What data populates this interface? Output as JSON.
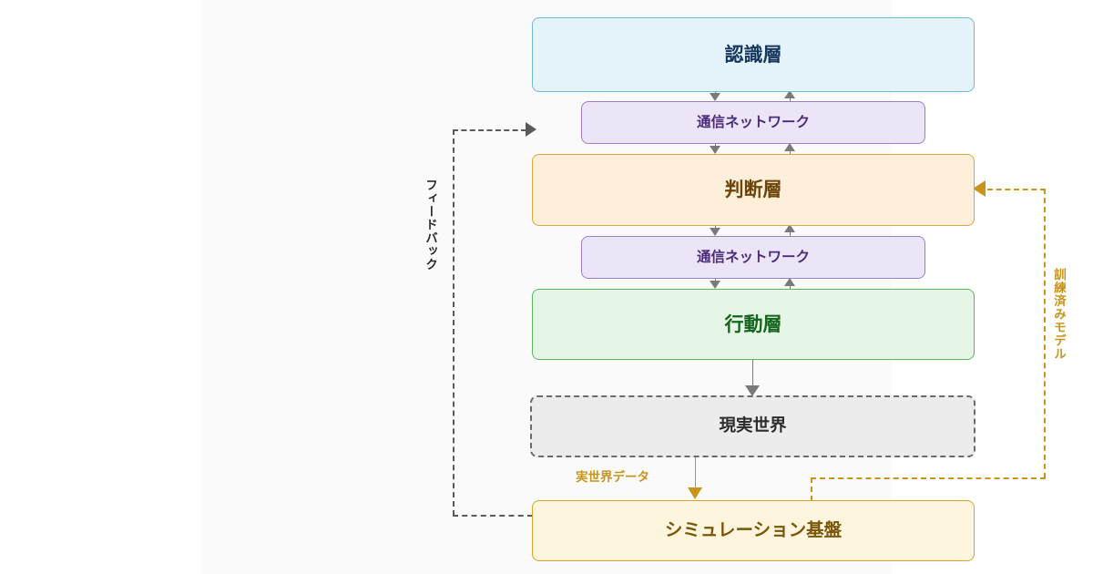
{
  "diagram": {
    "title": "AI Layered Architecture with Simulation Loop",
    "background_color": "#fafafa",
    "nodes": {
      "perception": {
        "label": "認識層",
        "fill": "#e5f4fb",
        "stroke": "#6fb8dd",
        "text_color": "#17365c"
      },
      "comm_top": {
        "label": "通信ネットワーク",
        "fill": "#ece4f7",
        "stroke": "#9c7fc9",
        "text_color": "#4a2c7a"
      },
      "decision": {
        "label": "判断層",
        "fill": "#fdefd9",
        "stroke": "#e0a33a",
        "text_color": "#6d4508"
      },
      "comm_bottom": {
        "label": "通信ネットワーク",
        "fill": "#ece4f7",
        "stroke": "#9c7fc9",
        "text_color": "#4a2c7a"
      },
      "action": {
        "label": "行動層",
        "fill": "#e6f6e6",
        "stroke": "#5cb85c",
        "text_color": "#14651f"
      },
      "real_world": {
        "label": "現実世界",
        "fill": "#ececec",
        "stroke": "#6b6b6b",
        "text_color": "#2c2c2c",
        "border_style": "dashed"
      },
      "simulation": {
        "label": "シミュレーション基盤",
        "fill": "#fdf5dd",
        "stroke": "#d9a520",
        "text_color": "#7a5608"
      }
    },
    "edge_labels": {
      "feedback": "フィードバック",
      "trained_model": "訓練済みモデル",
      "real_world_data": "実世界データ"
    },
    "edge_label_colors": {
      "feedback": "#2b2b2b",
      "trained_model": "#c9941a",
      "real_world_data": "#c9941a"
    }
  }
}
